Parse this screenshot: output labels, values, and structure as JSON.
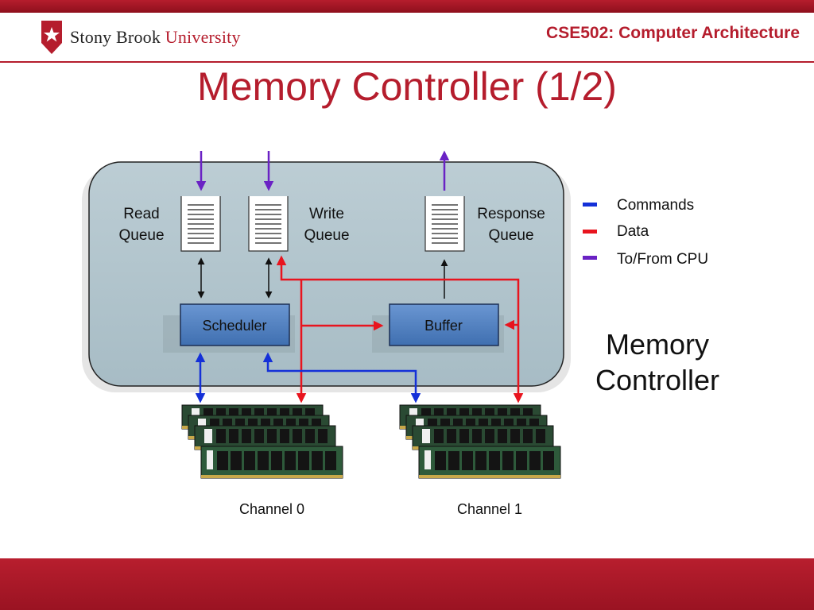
{
  "header": {
    "logo_brand": "Stony Brook",
    "logo_university": "University",
    "course": "CSE502: Computer Architecture"
  },
  "slide": {
    "title": "Memory Controller (1/2)"
  },
  "diagram": {
    "read_queue": [
      "Read",
      "Queue"
    ],
    "write_queue": [
      "Write",
      "Queue"
    ],
    "response_queue": [
      "Response",
      "Queue"
    ],
    "scheduler": "Scheduler",
    "buffer": "Buffer",
    "controller_label": [
      "Memory",
      "Controller"
    ],
    "channel_0": "Channel 0",
    "channel_1": "Channel 1"
  },
  "legend": [
    {
      "label": "Commands",
      "color": "#1430d8"
    },
    {
      "label": "Data",
      "color": "#e8141e"
    },
    {
      "label": "To/From CPU",
      "color": "#6a22c4"
    }
  ],
  "colors": {
    "brand": "#b51d2d",
    "command": "#1430d8",
    "data": "#e8141e",
    "cpu": "#6a22c4",
    "box": "#4f7fbf"
  }
}
